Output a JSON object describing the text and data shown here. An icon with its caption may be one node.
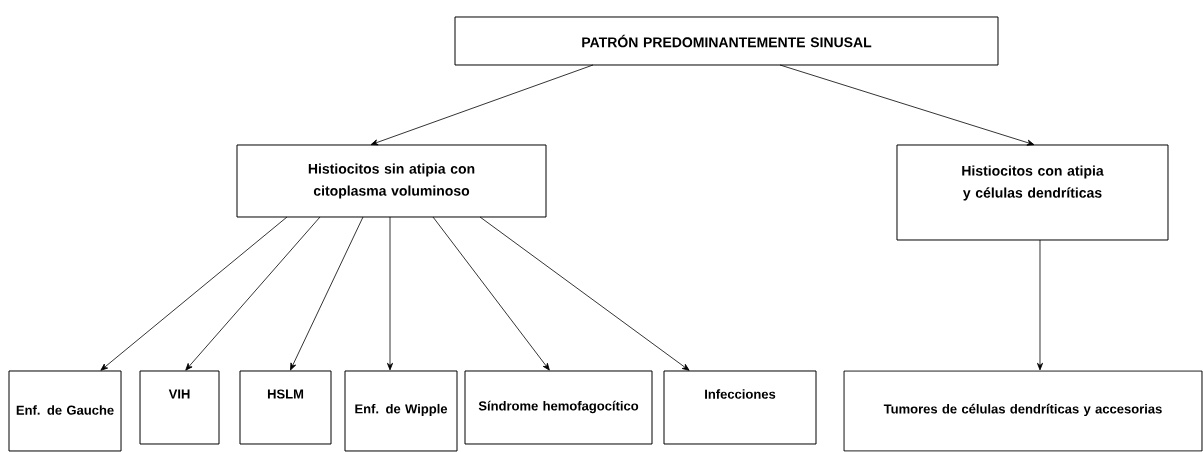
{
  "diagram": {
    "nodes": [
      {
        "text": [
          "PATRÓN PREDOMINANTEMENTE  SINUSAL"
        ]
      },
      {
        "text": [
          "Histiocitos sin atipia con citoplasma voluminoso"
        ]
      },
      {
        "text": [
          "Histiocitos con atipia y células dendríticas"
        ]
      },
      {
        "text": [
          "Enf. de Gauche"
        ]
      },
      {
        "text": [
          "VIH"
        ]
      },
      {
        "text": [
          "HSLM"
        ]
      },
      {
        "text": [
          "Enf. de Wipple"
        ]
      },
      {
        "text": [
          "Síndrome hemofagocítico"
        ]
      },
      {
        "text": [
          "Infecciones"
        ]
      },
      {
        "text": [
          "Tumores de células dendríticas y accesorias"
        ]
      }
    ],
    "edges": [
      {
        "from": 0,
        "to": 1,
        "arrow": "to"
      },
      {
        "from": 0,
        "to": 2,
        "arrow": "to"
      },
      {
        "from": 1,
        "to": 3,
        "arrow": "to"
      },
      {
        "from": 1,
        "to": 4,
        "arrow": "to"
      },
      {
        "from": 1,
        "to": 5,
        "arrow": "to"
      },
      {
        "from": 1,
        "to": 6,
        "arrow": "to"
      },
      {
        "from": 1,
        "to": 7,
        "arrow": "to"
      },
      {
        "from": 1,
        "to": 8,
        "arrow": "to"
      },
      {
        "from": 2,
        "to": 9,
        "arrow": "to"
      }
    ]
  }
}
